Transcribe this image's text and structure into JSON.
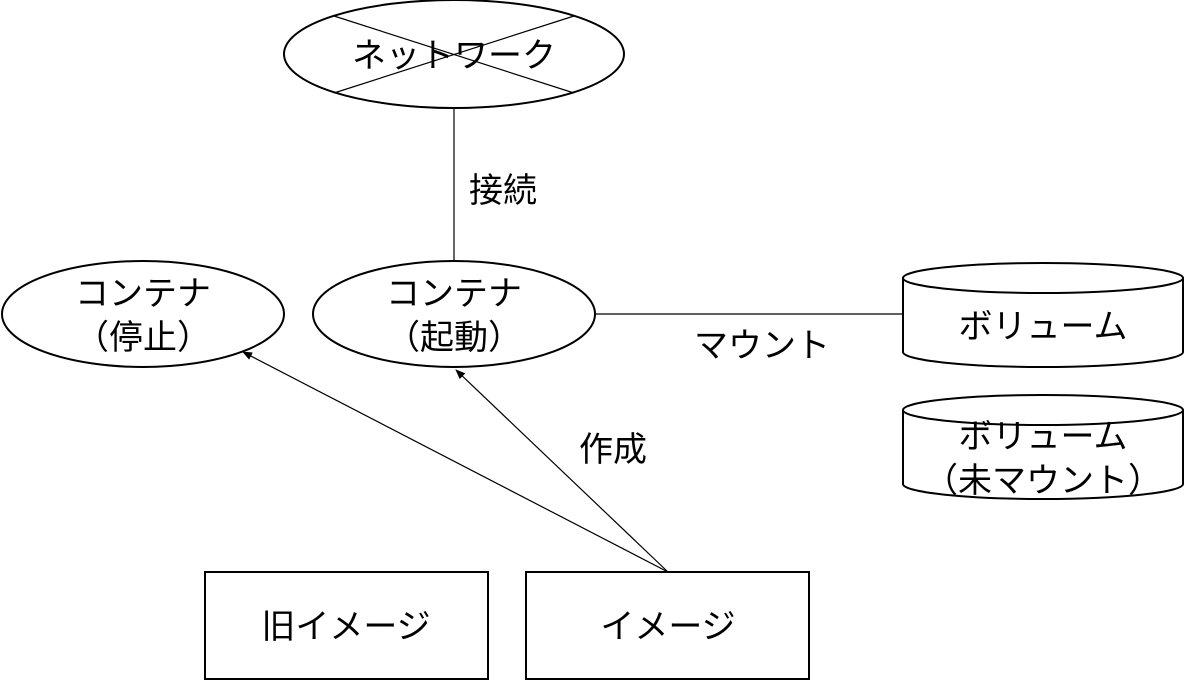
{
  "nodes": {
    "network": {
      "label": "ネットワーク"
    },
    "container_stopped": {
      "line1": "コンテナ",
      "line2": "（停止）"
    },
    "container_running": {
      "line1": "コンテナ",
      "line2": "（起動）"
    },
    "volume_mounted": {
      "label": "ボリューム"
    },
    "volume_unmounted": {
      "line1": "ボリューム",
      "line2": "（未マウント）"
    },
    "old_image": {
      "label": "旧イメージ"
    },
    "image": {
      "label": "イメージ"
    }
  },
  "edges": {
    "connect": {
      "label": "接続"
    },
    "mount": {
      "label": "マウント"
    },
    "create": {
      "label": "作成"
    }
  }
}
